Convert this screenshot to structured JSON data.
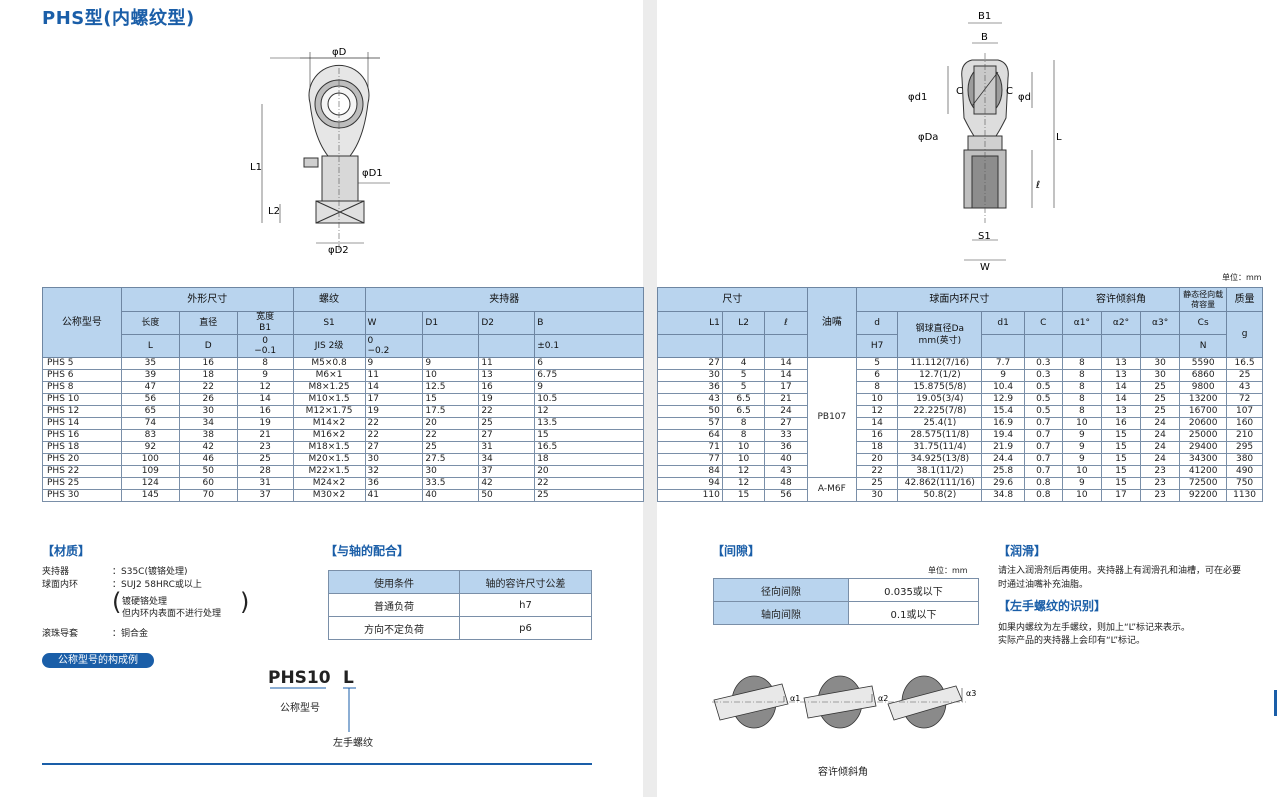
{
  "title": "PHS型(内螺纹型)",
  "unit_label": "单位：mm",
  "drawing_left": {
    "labels": {
      "D": "φD",
      "D1": "φD1",
      "D2": "φD2",
      "L1": "L1",
      "L2": "L2"
    }
  },
  "drawing_right": {
    "labels": {
      "B1": "B1",
      "B": "B",
      "d1": "φd1",
      "d": "φd",
      "C_left": "C",
      "C_right": "C",
      "Da": "φDa",
      "L": "L",
      "l": "ℓ",
      "S1": "S1",
      "W": "W"
    }
  },
  "table_left": {
    "header": {
      "model": "公称型号",
      "outer": "外形尺寸",
      "thread": "螺纹",
      "holder": "夹持器",
      "length": "长度",
      "diameter": "直径",
      "width": "宽度",
      "width_sym": "B1",
      "L": "L",
      "D": "D",
      "width_tol": "0\n−0.1",
      "S1": "S1",
      "jis": "JIS 2级",
      "W": "W",
      "W_tol": "0\n−0.2",
      "D1": "D1",
      "D2": "D2",
      "B": "B",
      "B_tol": "±0.1"
    }
  },
  "table_right": {
    "header": {
      "size": "尺寸",
      "nipple": "油嘴",
      "ring": "球面内环尺寸",
      "tilt": "容许倾斜角",
      "load": "静态径向载荷容量",
      "mass": "质量",
      "L1": "L1",
      "L2": "L2",
      "l": "ℓ",
      "d": "d",
      "d_tol": "H7",
      "ball": "钢球直径Da",
      "ball_unit": "mm(英寸)",
      "d1": "d1",
      "C": "C",
      "a1": "α1°",
      "a2": "α2°",
      "a3": "α3°",
      "Cs": "Cs",
      "N": "N",
      "g": "g"
    },
    "nipples": [
      "PB107",
      "A-M6F"
    ]
  },
  "rows": [
    {
      "model": "PHS 5",
      "L": "35",
      "D": "16",
      "B1": "8",
      "S1": "M5×0.8",
      "W": "9",
      "D1": "9",
      "D2": "11",
      "B": "6",
      "L1": "27",
      "L2": "4",
      "l": "14",
      "d": "5",
      "Da": "11.112(7/16)",
      "d1": "7.7",
      "C": "0.3",
      "a1": "8",
      "a2": "13",
      "a3": "30",
      "Cs": "5590",
      "g": "16.5"
    },
    {
      "model": "PHS 6",
      "L": "39",
      "D": "18",
      "B1": "9",
      "S1": "M6×1",
      "W": "11",
      "D1": "10",
      "D2": "13",
      "B": "6.75",
      "L1": "30",
      "L2": "5",
      "l": "14",
      "d": "6",
      "Da": "12.7(1/2)",
      "d1": "9",
      "C": "0.3",
      "a1": "8",
      "a2": "13",
      "a3": "30",
      "Cs": "6860",
      "g": "25"
    },
    {
      "model": "PHS 8",
      "L": "47",
      "D": "22",
      "B1": "12",
      "S1": "M8×1.25",
      "W": "14",
      "D1": "12.5",
      "D2": "16",
      "B": "9",
      "L1": "36",
      "L2": "5",
      "l": "17",
      "d": "8",
      "Da": "15.875(5/8)",
      "d1": "10.4",
      "C": "0.5",
      "a1": "8",
      "a2": "14",
      "a3": "25",
      "Cs": "9800",
      "g": "43"
    },
    {
      "model": "PHS 10",
      "L": "56",
      "D": "26",
      "B1": "14",
      "S1": "M10×1.5",
      "W": "17",
      "D1": "15",
      "D2": "19",
      "B": "10.5",
      "L1": "43",
      "L2": "6.5",
      "l": "21",
      "d": "10",
      "Da": "19.05(3/4)",
      "d1": "12.9",
      "C": "0.5",
      "a1": "8",
      "a2": "14",
      "a3": "25",
      "Cs": "13200",
      "g": "72"
    },
    {
      "model": "PHS 12",
      "L": "65",
      "D": "30",
      "B1": "16",
      "S1": "M12×1.75",
      "W": "19",
      "D1": "17.5",
      "D2": "22",
      "B": "12",
      "L1": "50",
      "L2": "6.5",
      "l": "24",
      "d": "12",
      "Da": "22.225(7/8)",
      "d1": "15.4",
      "C": "0.5",
      "a1": "8",
      "a2": "13",
      "a3": "25",
      "Cs": "16700",
      "g": "107"
    },
    {
      "model": "PHS 14",
      "L": "74",
      "D": "34",
      "B1": "19",
      "S1": "M14×2",
      "W": "22",
      "D1": "20",
      "D2": "25",
      "B": "13.5",
      "L1": "57",
      "L2": "8",
      "l": "27",
      "d": "14",
      "Da": "25.4(1)",
      "d1": "16.9",
      "C": "0.7",
      "a1": "10",
      "a2": "16",
      "a3": "24",
      "Cs": "20600",
      "g": "160"
    },
    {
      "model": "PHS 16",
      "L": "83",
      "D": "38",
      "B1": "21",
      "S1": "M16×2",
      "W": "22",
      "D1": "22",
      "D2": "27",
      "B": "15",
      "L1": "64",
      "L2": "8",
      "l": "33",
      "d": "16",
      "Da": "28.575(11/8)",
      "d1": "19.4",
      "C": "0.7",
      "a1": "9",
      "a2": "15",
      "a3": "24",
      "Cs": "25000",
      "g": "210"
    },
    {
      "model": "PHS 18",
      "L": "92",
      "D": "42",
      "B1": "23",
      "S1": "M18×1.5",
      "W": "27",
      "D1": "25",
      "D2": "31",
      "B": "16.5",
      "L1": "71",
      "L2": "10",
      "l": "36",
      "d": "18",
      "Da": "31.75(11/4)",
      "d1": "21.9",
      "C": "0.7",
      "a1": "9",
      "a2": "15",
      "a3": "24",
      "Cs": "29400",
      "g": "295"
    },
    {
      "model": "PHS 20",
      "L": "100",
      "D": "46",
      "B1": "25",
      "S1": "M20×1.5",
      "W": "30",
      "D1": "27.5",
      "D2": "34",
      "B": "18",
      "L1": "77",
      "L2": "10",
      "l": "40",
      "d": "20",
      "Da": "34.925(13/8)",
      "d1": "24.4",
      "C": "0.7",
      "a1": "9",
      "a2": "15",
      "a3": "24",
      "Cs": "34300",
      "g": "380"
    },
    {
      "model": "PHS 22",
      "L": "109",
      "D": "50",
      "B1": "28",
      "S1": "M22×1.5",
      "W": "32",
      "D1": "30",
      "D2": "37",
      "B": "20",
      "L1": "84",
      "L2": "12",
      "l": "43",
      "d": "22",
      "Da": "38.1(11/2)",
      "d1": "25.8",
      "C": "0.7",
      "a1": "10",
      "a2": "15",
      "a3": "23",
      "Cs": "41200",
      "g": "490"
    },
    {
      "model": "PHS 25",
      "L": "124",
      "D": "60",
      "B1": "31",
      "S1": "M24×2",
      "W": "36",
      "D1": "33.5",
      "D2": "42",
      "B": "22",
      "L1": "94",
      "L2": "12",
      "l": "48",
      "d": "25",
      "Da": "42.862(111/16)",
      "d1": "29.6",
      "C": "0.8",
      "a1": "9",
      "a2": "15",
      "a3": "23",
      "Cs": "72500",
      "g": "750"
    },
    {
      "model": "PHS 30",
      "L": "145",
      "D": "70",
      "B1": "37",
      "S1": "M30×2",
      "W": "41",
      "D1": "40",
      "D2": "50",
      "B": "25",
      "L1": "110",
      "L2": "15",
      "l": "56",
      "d": "30",
      "Da": "50.8(2)",
      "d1": "34.8",
      "C": "0.8",
      "a1": "10",
      "a2": "17",
      "a3": "23",
      "Cs": "92200",
      "g": "1130"
    }
  ],
  "material": {
    "heading": "【材质】",
    "holder_label": "夹持器",
    "holder_value": "：S35C(镀铬处理)",
    "ring_label": "球面内环",
    "ring_value": "：SUJ2 58HRC或以上",
    "ring_note1": "镀硬铬处理",
    "ring_note2": "但内环内表面不进行处理",
    "bush_label": "滚珠导套",
    "bush_value": "：铜合金"
  },
  "fit": {
    "heading": "【与轴的配合】",
    "col1": "使用条件",
    "col2": "轴的容许尺寸公差",
    "rows": [
      {
        "cond": "普通负荷",
        "tol": "h7"
      },
      {
        "cond": "方向不定负荷",
        "tol": "p6"
      }
    ]
  },
  "example": {
    "pill": "公称型号的构成例",
    "code": "PHS10",
    "suffix": "L",
    "label_model": "公称型号",
    "label_left": "左手螺纹"
  },
  "clearance": {
    "heading": "【间隙】",
    "unit": "单位：mm",
    "rows": [
      {
        "name": "径向间隙",
        "value": "0.035或以下"
      },
      {
        "name": "轴向间隙",
        "value": "0.1或以下"
      }
    ]
  },
  "lube": {
    "heading": "【润滑】",
    "text1": "请注入润滑剂后再使用。夹持器上有润滑孔和油槽，可在必要",
    "text2": "时通过油嘴补充油脂。"
  },
  "lefthand": {
    "heading": "【左手螺纹的识别】",
    "text1": "如果内螺纹为左手螺纹，则加上“L”标记来表示。",
    "text2": "实际产品的夹持器上会印有“L”标记。"
  },
  "tilt_fig": {
    "caption": "容许倾斜角",
    "a1": "α1",
    "a2": "α2",
    "a3": "α3"
  }
}
